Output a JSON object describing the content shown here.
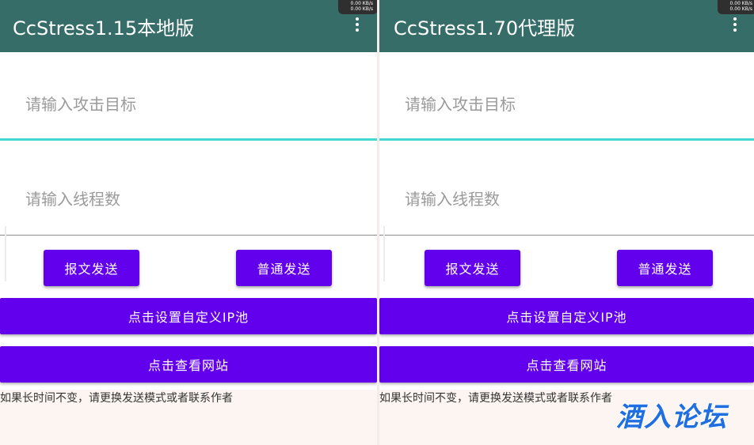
{
  "left": {
    "title": "CcStress1.15本地版",
    "netspeed": [
      "0.00 KB/s",
      "0.00 KB/s"
    ],
    "target_placeholder": "请输入攻击目标",
    "thread_placeholder": "请输入线程数",
    "report_button": "报文发送",
    "normal_button": "普通发送",
    "ip_pool_button": "点击设置自定义IP池",
    "website_button": "点击查看网站",
    "hint": "如果长时间不变，请更换发送模式或者联系作者"
  },
  "right": {
    "title": "CcStress1.70代理版",
    "netspeed": [
      "0.00 KB/s",
      "0.00 KB/s"
    ],
    "target_placeholder": "请输入攻击目标",
    "thread_placeholder": "请输入线程数",
    "report_button": "报文发送",
    "normal_button": "普通发送",
    "ip_pool_button": "点击设置自定义IP池",
    "website_button": "点击查看网站",
    "hint": "如果长时间不变，请更换发送模式或者联系作者"
  },
  "watermark": "酒入论坛",
  "colors": {
    "appbar": "#366d69",
    "primary_button": "#6200ee",
    "focus_underline": "#40d8cf",
    "watermark": "#1f6fe0"
  },
  "icons": {
    "overflow_menu": "more-vert-icon"
  }
}
